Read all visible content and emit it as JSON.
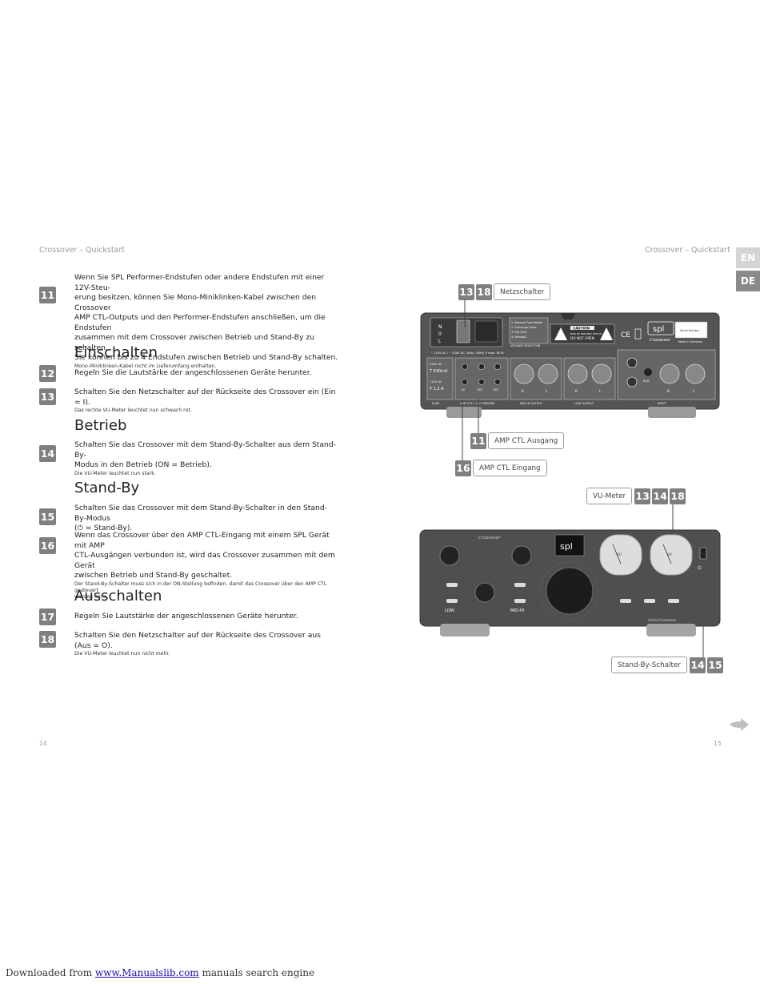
{
  "header": {
    "left": "Crossover – Quickstart",
    "right": "Crossover – Quickstart"
  },
  "lang_tabs": [
    {
      "label": "EN",
      "color": "#d4d4d4"
    },
    {
      "label": "DE",
      "color": "#8a8a8a"
    }
  ],
  "sections": {
    "intro": {
      "step": "11",
      "text": "Wenn Sie SPL Performer-Endstufen oder andere Endstufen mit einer 12V-Steu-\nerung besitzen, können Sie Mono-Miniklinken-Kabel zwischen den Crossover\nAMP CTL-Outputs und den Performer-Endstufen anschließen, um die Endstufen\nzusammen mit dem Crossover zwischen Betrieb und Stand-By zu schalten.\nSie können bis zu 4 Endstufen zwischen Betrieb und Stand-By schalten.",
      "note": "Mono-Miniklinken-Kabel nicht im Lieferumfang enthalten."
    },
    "einschalten": {
      "title": "Einschalten",
      "steps": [
        {
          "num": "12",
          "text": "Regeln Sie die Lautstärke der angeschlossenen Geräte herunter.",
          "note": ""
        },
        {
          "num": "13",
          "text": "Schalten Sie den Netzschalter auf der Rückseite des Crossover ein (Ein = I).",
          "note": "Das rechte VU-Meter leuchtet nun schwach rot."
        }
      ]
    },
    "betrieb": {
      "title": "Betrieb",
      "steps": [
        {
          "num": "14",
          "text": "Schalten Sie das Crossover mit dem Stand-By-Schalter aus dem Stand-By-\nModus in den Betrieb (ON = Betrieb).",
          "note": "Die VU-Meter leuchtet nun stark."
        }
      ]
    },
    "standby": {
      "title": "Stand-By",
      "steps": [
        {
          "num": "15",
          "text": "Schalten Sie das Crossover mit dem Stand-By-Schalter in den Stand-By-Modus\n(⏻ = Stand-By).",
          "note": ""
        },
        {
          "num": "16",
          "text": "Wenn das Crossover über den AMP CTL-Eingang mit einem SPL Gerät mit AMP\nCTL-Ausgängen verbunden ist, wird das Crossover zusammen mit dem Gerät\nzwischen Betrieb und Stand-By geschaltet.",
          "note": "Der Stand-By-Schalter muss sich in der ON-Stellung befinden, damit das Crossover über den AMP CTL gesteuert\nwerden kann."
        }
      ]
    },
    "ausschalten": {
      "title": "Ausschalten",
      "steps": [
        {
          "num": "17",
          "text": "Regeln Sie Lautstärke der angeschlossenen Geräte herunter.",
          "note": ""
        },
        {
          "num": "18",
          "text": "Schalten Sie den Netzschalter auf der Rückseite des Crossover aus (Aus = O).",
          "note": "Die VU-Meter leuchtet nun nicht mehr."
        }
      ]
    }
  },
  "callouts": {
    "netzschalter": {
      "nums": [
        "13",
        "18"
      ],
      "label": "Netzschalter"
    },
    "amp_out": {
      "nums": [
        "11"
      ],
      "label": "AMP CTL Ausgang"
    },
    "amp_in": {
      "nums": [
        "16"
      ],
      "label": "AMP CTL Eingang"
    },
    "vu": {
      "nums": [
        "13",
        "14",
        "18"
      ],
      "label": "VU-Meter"
    },
    "standby": {
      "nums": [
        "14",
        "15"
      ],
      "label": "Stand-By-Schalter"
    }
  },
  "rear_panel": {
    "switch_labels": [
      "N",
      "0",
      "L"
    ],
    "caution_lines": [
      "CAUTION",
      "RISK OF ELECTRIC SHOCK",
      "DO NOT OPEN"
    ],
    "voltage_list": [
      "1. Remove Fuse Holder",
      "2. Exchange Fuses",
      "3. Flip Over",
      "4. Reinstall"
    ],
    "voltage_selection": "VOLTAGE SELECTION",
    "mains_spec": "~ 115V AC / ~ 230V AC, 50Hz / 60Hz, P max. 30 W",
    "fuse_values": [
      "230V AC",
      "T 630mA",
      "115V AC",
      "T 1.2 A"
    ],
    "section_labels": [
      "FUSE",
      "AMP CTL / 12V TRIGGER",
      "MID-HI OUTPUT",
      "LOW OUTPUT",
      "INPUT"
    ],
    "jack_labels": [
      "IN",
      "OUT",
      "OUT"
    ],
    "xlr_lr": [
      "R",
      "L"
    ],
    "rca_label": "RCA",
    "brand": "spl",
    "model": "Crossover",
    "serial": "Serial Number",
    "made_in": "Made in Germany"
  },
  "front_panel": {
    "model": "Crossover",
    "brand": "spl",
    "vu_label": "VU",
    "section_labels": [
      "LOW",
      "MID-HI"
    ],
    "brand_bottom": "Active Crossover"
  },
  "page_numbers": {
    "left": "14",
    "right": "15"
  },
  "footer": {
    "prefix": "Downloaded from ",
    "link": "www.Manualslib.com",
    "suffix": " manuals search engine"
  },
  "colors": {
    "step_badge": "#7f7f7f",
    "device_body": "#4a4a4a",
    "device_dark": "#333333"
  }
}
